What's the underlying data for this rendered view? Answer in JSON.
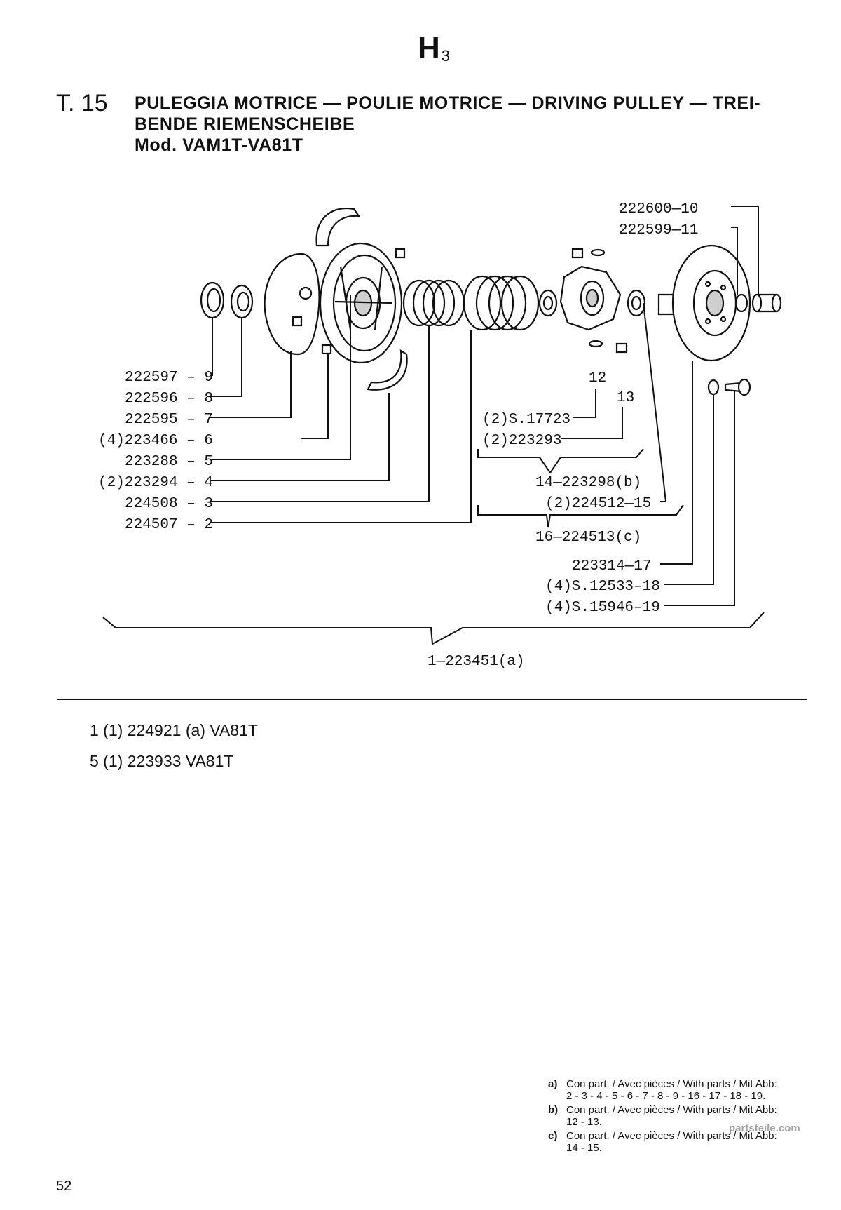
{
  "header": {
    "section_code": "H",
    "section_sub": "3",
    "table_id": "T. 15",
    "title_line1": "PULEGGIA MOTRICE — POULIE MOTRICE — DRIVING PULLEY — TREI-",
    "title_line2": "BENDE RIEMENSCHEIBE",
    "title_line3": "Mod. VAM1T-VA81T"
  },
  "parts": {
    "p10": "222600—10",
    "p11": "222599—11",
    "p12": "12",
    "p13": "13",
    "p9": "222597 – 9",
    "p8": "222596 – 8",
    "p7": "222595 – 7",
    "p6": "(4)223466 – 6",
    "p5": "223288 – 5",
    "p4": "(2)223294 – 4",
    "p3": "224508 – 3",
    "p2": "224507 – 2",
    "p12_code": "(2)S.17723",
    "p13_code": "(2)223293",
    "p14": "14—223298(b)",
    "p15": "(2)224512—15",
    "p16": "16—224513(c)",
    "p17": "223314—17",
    "p18": "(4)S.12533–18",
    "p19": "(4)S.15946–19",
    "p1": "1—223451(a)"
  },
  "variants": [
    "1 (1) 224921 (a) VA81T",
    "5 (1) 223933 VA81T"
  ],
  "footnotes": [
    {
      "key": "a)",
      "text": "Con part. / Avec pièces / With parts / Mit Abb:",
      "refs": "2 - 3 - 4 - 5 - 6 - 7 - 8 - 9 - 16 - 17 - 18 - 19."
    },
    {
      "key": "b)",
      "text": "Con part. / Avec pièces / With parts / Mit Abb:",
      "refs": "12 - 13."
    },
    {
      "key": "c)",
      "text": "Con part. / Avec pièces / With parts / Mit Abb:",
      "refs": "14 - 15."
    }
  ],
  "page_number": "52",
  "watermark": "partsteile.com",
  "colors": {
    "ink": "#111111",
    "paper": "#ffffff"
  }
}
